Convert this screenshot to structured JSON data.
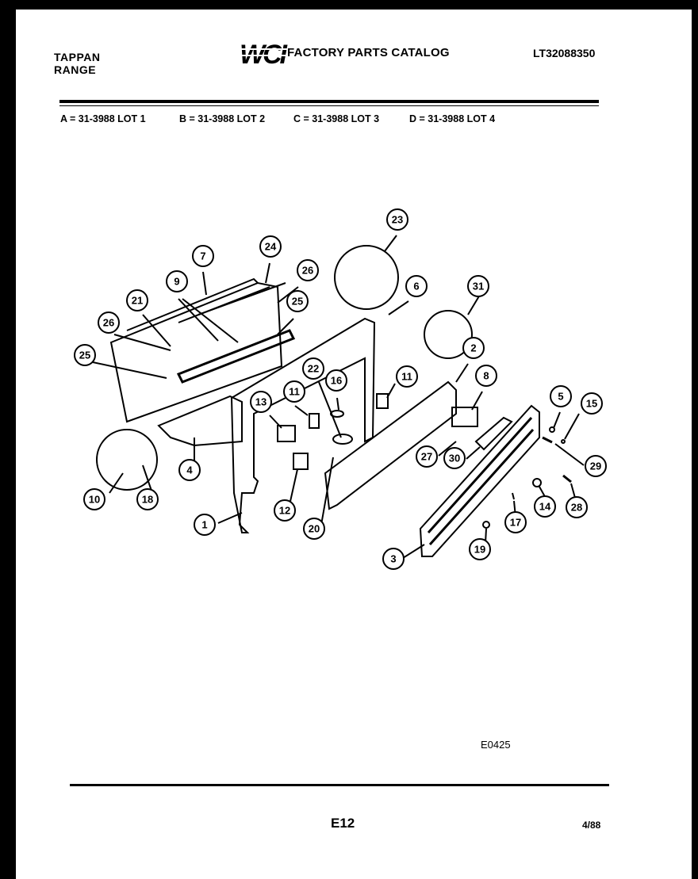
{
  "header": {
    "brand_line1": "TAPPAN",
    "brand_line2": "RANGE",
    "logo_text": "WCI",
    "catalog_title": "FACTORY PARTS CATALOG",
    "model_number": "LT32088350"
  },
  "lots": [
    {
      "label": "A = 31-3988 LOT 1"
    },
    {
      "label": "B = 31-3988 LOT 2"
    },
    {
      "label": "C = 31-3988 LOT 3"
    },
    {
      "label": "D = 31-3988 LOT 4"
    }
  ],
  "callouts": [
    "23",
    "7",
    "24",
    "26",
    "9",
    "6",
    "31",
    "21",
    "25",
    "26",
    "25",
    "2",
    "22",
    "16",
    "11",
    "13",
    "11",
    "8",
    "5",
    "15",
    "27",
    "30",
    "29",
    "4",
    "10",
    "18",
    "12",
    "1",
    "20",
    "14",
    "28",
    "17",
    "3",
    "19"
  ],
  "footer": {
    "diagram_code": "E0425",
    "page_number": "E12",
    "date": "4/88"
  }
}
